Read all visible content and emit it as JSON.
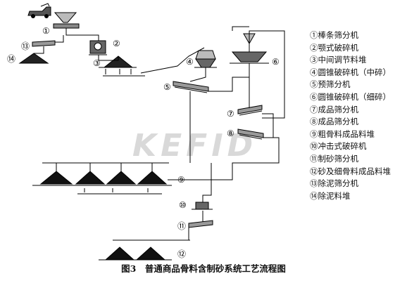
{
  "legend": [
    {
      "num": "①",
      "label": "棒条筛分机"
    },
    {
      "num": "②",
      "label": "颚式破碎机"
    },
    {
      "num": "③",
      "label": "中间调节料堆"
    },
    {
      "num": "④",
      "label": "圆锥破碎机（中碎）"
    },
    {
      "num": "⑤",
      "label": "预筛分机"
    },
    {
      "num": "⑥",
      "label": "圆锥破碎机（细碎）"
    },
    {
      "num": "⑦",
      "label": "成品筛分机"
    },
    {
      "num": "⑧",
      "label": "成品筛分机"
    },
    {
      "num": "⑨",
      "label": "粗骨料成品料堆"
    },
    {
      "num": "⑩",
      "label": "冲击式破碎机"
    },
    {
      "num": "⑪",
      "label": "制砂筛分机"
    },
    {
      "num": "⑫",
      "label": "砂及细骨料成品料堆"
    },
    {
      "num": "⑬",
      "label": "除泥筛分机"
    },
    {
      "num": "⑭",
      "label": "除泥料堆"
    }
  ],
  "node_labels": {
    "n1": "①",
    "n2": "②",
    "n3": "③",
    "n4": "④",
    "n5": "⑤",
    "n6": "⑥",
    "n7": "⑦",
    "n8": "⑧",
    "n9": "⑨",
    "n10": "⑩",
    "n11": "⑪",
    "n12": "⑫",
    "n13": "⑬",
    "n14": "⑭"
  },
  "watermark": "KEFID",
  "caption": "图3　普通商品骨料含制砂系统工艺流程图"
}
